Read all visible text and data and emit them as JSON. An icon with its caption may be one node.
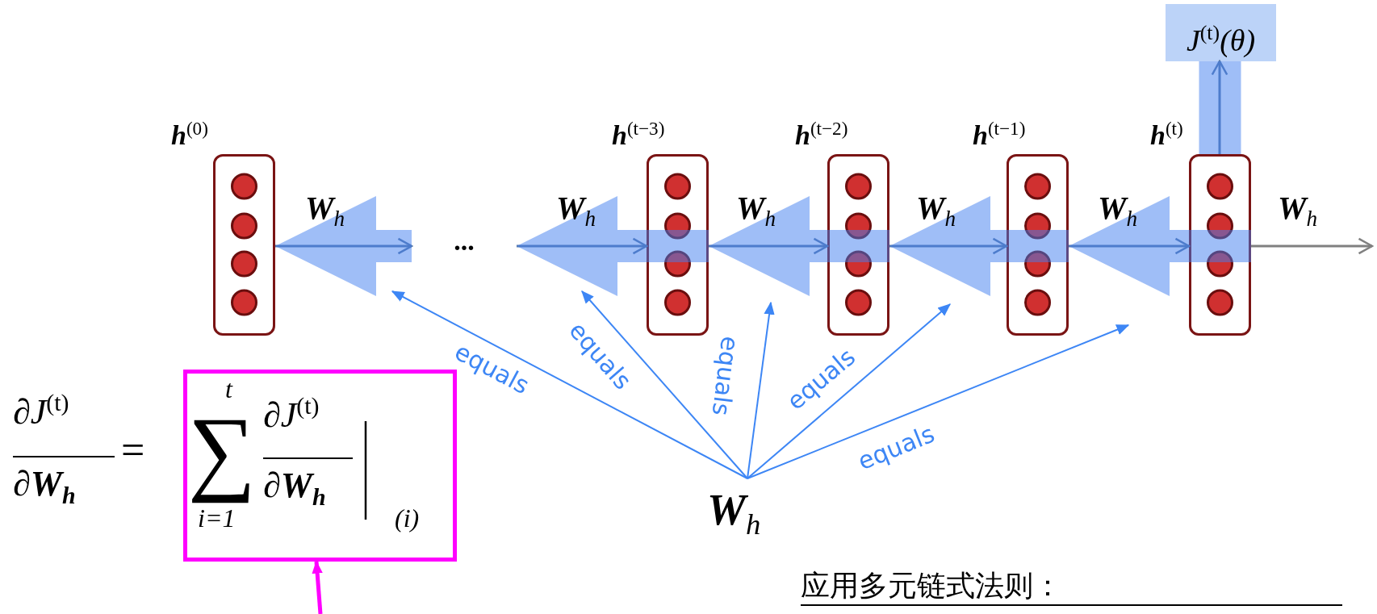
{
  "diagram": {
    "nodes": [
      {
        "text": [
          "**h**$^{(0)}$"
        ]
      },
      {
        "text": [
          "**h**$^{(t−3)}$"
        ]
      },
      {
        "text": [
          "**h**$^{(t−2)}$"
        ]
      },
      {
        "text": [
          "**h**$^{(t−1)}$"
        ]
      },
      {
        "text": [
          "**h**$^{(t)}$"
        ]
      },
      {
        "text": [
          "J$^{(t)}$(θ)"
        ]
      },
      {
        "text": [
          "..."
        ]
      },
      {
        "text": [
          "**W**$_{h}$"
        ]
      },
      {
        "text": [
          "t",
          "∑",
          "i=1",
          "∂J$^{(t)}$",
          "∂**W**$_{h}$",
          "(i)"
        ]
      }
    ],
    "edges": [
      {
        "from": 0,
        "to": 6,
        "arrow": "to",
        "label": "**W**$_{h}$"
      },
      {
        "from": 6,
        "to": 1,
        "arrow": "to",
        "label": "**W**$_{h}$"
      },
      {
        "from": 1,
        "to": 2,
        "arrow": "to",
        "label": "**W**$_{h}$"
      },
      {
        "from": 2,
        "to": 3,
        "arrow": "to",
        "label": "**W**$_{h}$"
      },
      {
        "from": 3,
        "to": 4,
        "arrow": "to",
        "label": "**W**$_{h}$"
      },
      {
        "from": 4,
        "to": null,
        "arrow": "to",
        "label": "**W**$_{h}$",
        "color": "#808080"
      },
      {
        "from": 4,
        "to": 5,
        "arrow": "to"
      },
      {
        "from": 6,
        "to": 0,
        "arrow": "to",
        "style": "thick",
        "color": "#3f7ef0"
      },
      {
        "from": 1,
        "to": 6,
        "arrow": "to",
        "style": "thick",
        "color": "#3f7ef0"
      },
      {
        "from": 2,
        "to": 1,
        "arrow": "to",
        "style": "thick",
        "color": "#3f7ef0"
      },
      {
        "from": 3,
        "to": 2,
        "arrow": "to",
        "style": "thick",
        "color": "#3f7ef0"
      },
      {
        "from": 4,
        "to": 3,
        "arrow": "to",
        "style": "thick",
        "color": "#3f7ef0"
      },
      {
        "from": 5,
        "to": 4,
        "arrow": "none",
        "style": "thick",
        "color": "#3f7ef0"
      },
      {
        "from": 7,
        "to": null,
        "arrow": "to",
        "label": "equals",
        "color": "#3d86f5"
      },
      {
        "from": 7,
        "to": null,
        "arrow": "to",
        "label": "equals",
        "color": "#3d86f5"
      },
      {
        "from": 7,
        "to": null,
        "arrow": "to",
        "label": "equals",
        "color": "#3d86f5"
      },
      {
        "from": 7,
        "to": null,
        "arrow": "to",
        "label": "equals",
        "color": "#3d86f5"
      },
      {
        "from": 7,
        "to": null,
        "arrow": "to",
        "label": "equals",
        "color": "#3d86f5"
      },
      {
        "from": null,
        "to": 8,
        "arrow": "to",
        "color": "#ff00ff"
      }
    ],
    "labels": [
      "∂J$^{(t)}$",
      "∂**W**$_{h}$",
      "=",
      "应用多元链式法则："
    ]
  }
}
